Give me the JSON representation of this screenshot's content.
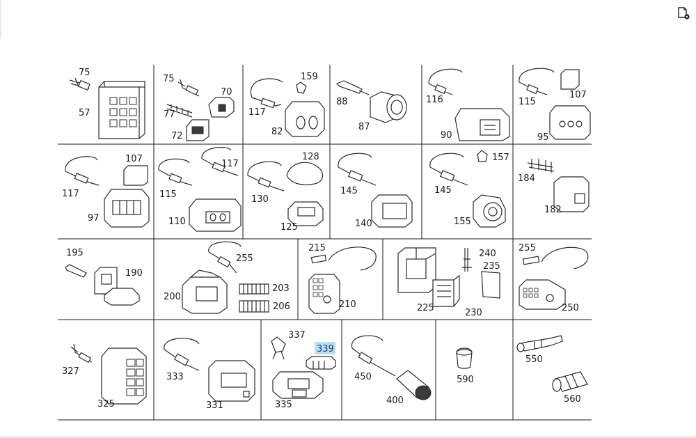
{
  "toolbar": {
    "icon": "document-settings-icon"
  },
  "highlight_color": "#b9def2",
  "labels": {
    "r1c1": [
      "75",
      "57"
    ],
    "r1c2": [
      "75",
      "70",
      "77",
      "72"
    ],
    "r1c3": [
      "159",
      "117",
      "82"
    ],
    "r1c4": [
      "88",
      "87"
    ],
    "r1c5": [
      "116",
      "90"
    ],
    "r1c6": [
      "115",
      "107",
      "95"
    ],
    "r2c1": [
      "107",
      "117",
      "97"
    ],
    "r2c2": [
      "117",
      "115",
      "110"
    ],
    "r2c3": [
      "128",
      "130",
      "125"
    ],
    "r2c4": [
      "145",
      "140"
    ],
    "r2c5": [
      "157",
      "145",
      "155"
    ],
    "r2c6": [
      "184",
      "182"
    ],
    "r3c1": [
      "195",
      "190"
    ],
    "r3c2": [
      "255",
      "200",
      "203",
      "206"
    ],
    "r3c3": [
      "215",
      "210"
    ],
    "r3c4": [
      "240",
      "235",
      "225",
      "230"
    ],
    "r3c5": [
      "255",
      "250"
    ],
    "r4c1": [
      "327",
      "325"
    ],
    "r4c2": [
      "333",
      "331"
    ],
    "r4c3": [
      "337",
      "339",
      "335"
    ],
    "r4c4": [
      "450",
      "400"
    ],
    "r4c5": [
      "590"
    ],
    "r4c6": [
      "550",
      "560"
    ]
  }
}
